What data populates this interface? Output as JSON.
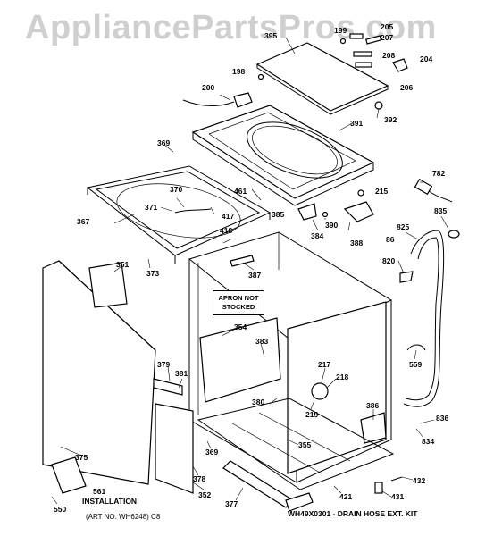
{
  "watermark": "AppliancePartsPros.com",
  "apron_note": {
    "line1": "APRON NOT",
    "line2": "STOCKED"
  },
  "bottom_note_installation": "INSTALLATION",
  "bottom_note_art": "(ART NO. WH6248) C8",
  "bottom_note_kit": "WH49X0301 - DRAIN HOSE EXT. KIT",
  "labels": {
    "p395": "395",
    "p199": "199",
    "p205": "205",
    "p207": "207",
    "p208": "208",
    "p204": "204",
    "p206": "206",
    "p198": "198",
    "p200": "200",
    "p391": "391",
    "p392": "392",
    "p369a": "369",
    "p782": "782",
    "p215": "215",
    "p370": "370",
    "p461": "461",
    "p371": "371",
    "p417": "417",
    "p385": "385",
    "p390": "390",
    "p835": "835",
    "p367": "367",
    "p418": "418",
    "p825": "825",
    "p384": "384",
    "p388": "388",
    "p86": "86",
    "p351": "351",
    "p373": "373",
    "p387": "387",
    "p820": "820",
    "p354": "354",
    "p383": "383",
    "p379": "379",
    "p381": "381",
    "p217": "217",
    "p218": "218",
    "p559": "559",
    "p380": "380",
    "p219": "219",
    "p386": "386",
    "p836": "836",
    "p834": "834",
    "p355": "355",
    "p369b": "369",
    "p375": "375",
    "p378": "378",
    "p352": "352",
    "p432": "432",
    "p561": "561",
    "p421": "421",
    "p431": "431",
    "p377": "377",
    "p550": "550"
  }
}
